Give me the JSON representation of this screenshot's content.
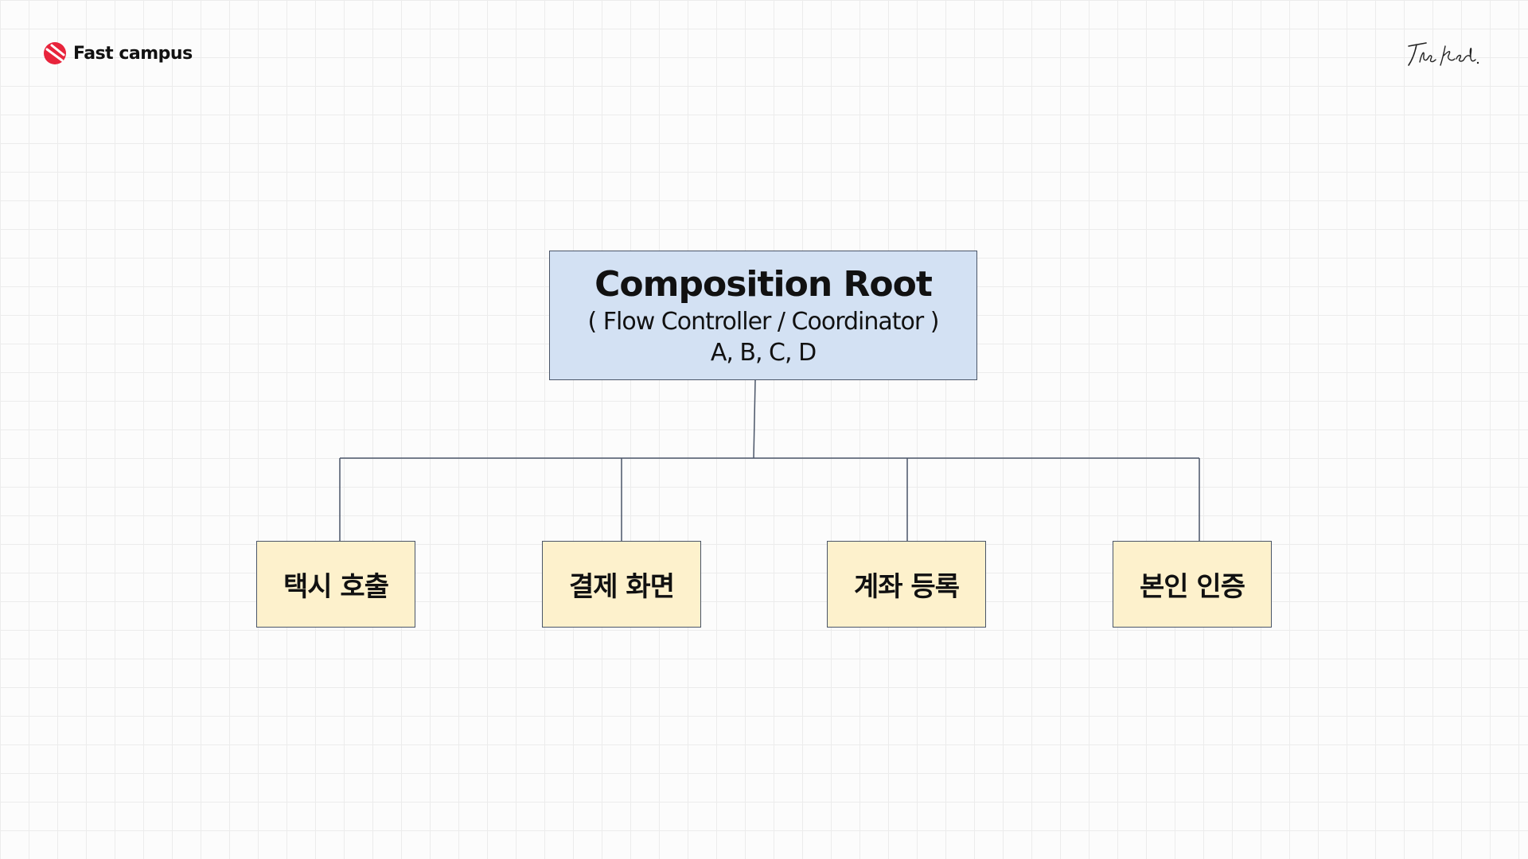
{
  "brand": {
    "logo_text": "Fast campus",
    "logo_icon": "fastcampus-logo-icon",
    "signature_text": "The Red."
  },
  "diagram": {
    "root": {
      "title": "Composition Root",
      "subtitle": "( Flow Controller / Coordinator )",
      "note": "A, B, C, D"
    },
    "children": [
      {
        "label": "택시 호출"
      },
      {
        "label": "결제 화면"
      },
      {
        "label": "계좌 등록"
      },
      {
        "label": "본인 인증"
      }
    ]
  },
  "colors": {
    "root_fill": "#d3e1f3",
    "child_fill": "#fdf1cc",
    "line": "#4a5568",
    "brand_red": "#e8243c"
  }
}
